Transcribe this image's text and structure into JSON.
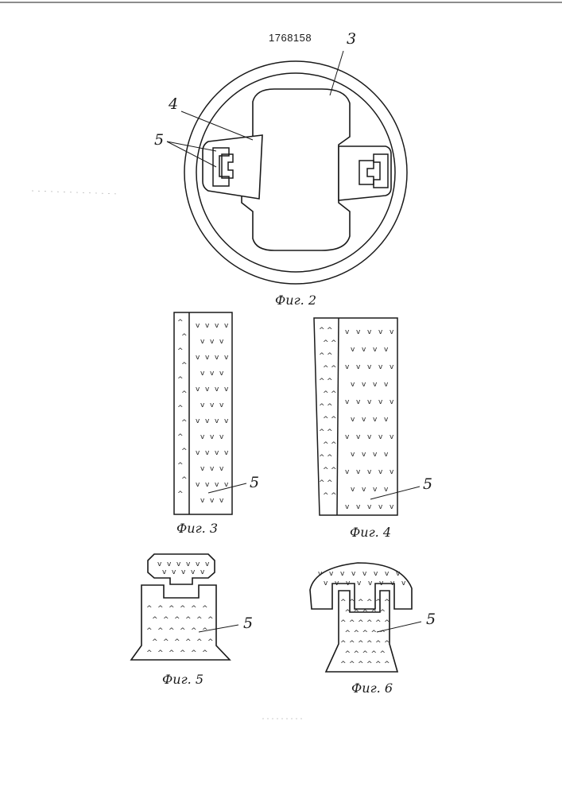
{
  "sheet": {
    "patent_number": "1768158",
    "line_color": "#1a1a1a"
  },
  "labels": {
    "ref_3": "3",
    "ref_4": "4",
    "ref_5a": "5",
    "ref_5b": "5",
    "ref_5c": "5",
    "ref_5d": "5",
    "ref_5e": "5"
  },
  "captions": {
    "fig2": "Фиг. 2",
    "fig3": "Фиг. 3",
    "fig4": "Фиг. 4",
    "fig5": "Фиг. 5",
    "fig6": "Фиг. 6"
  }
}
